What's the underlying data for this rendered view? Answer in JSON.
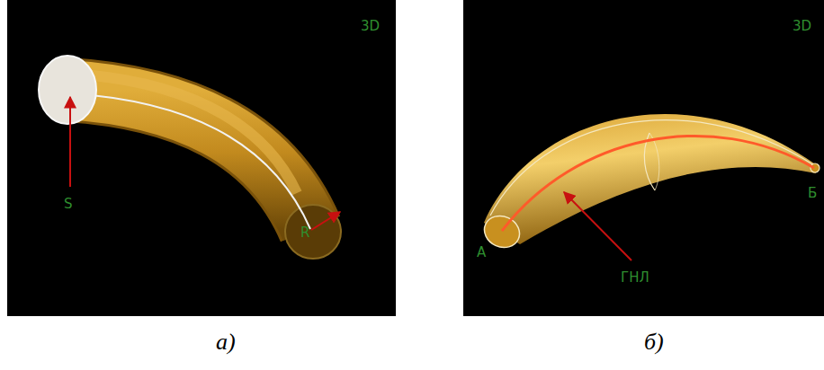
{
  "diagram": {
    "labels": [
      "3D",
      "S",
      "R",
      "а)",
      "3D",
      "A",
      "Б",
      "ГНЛ",
      "б)"
    ]
  }
}
